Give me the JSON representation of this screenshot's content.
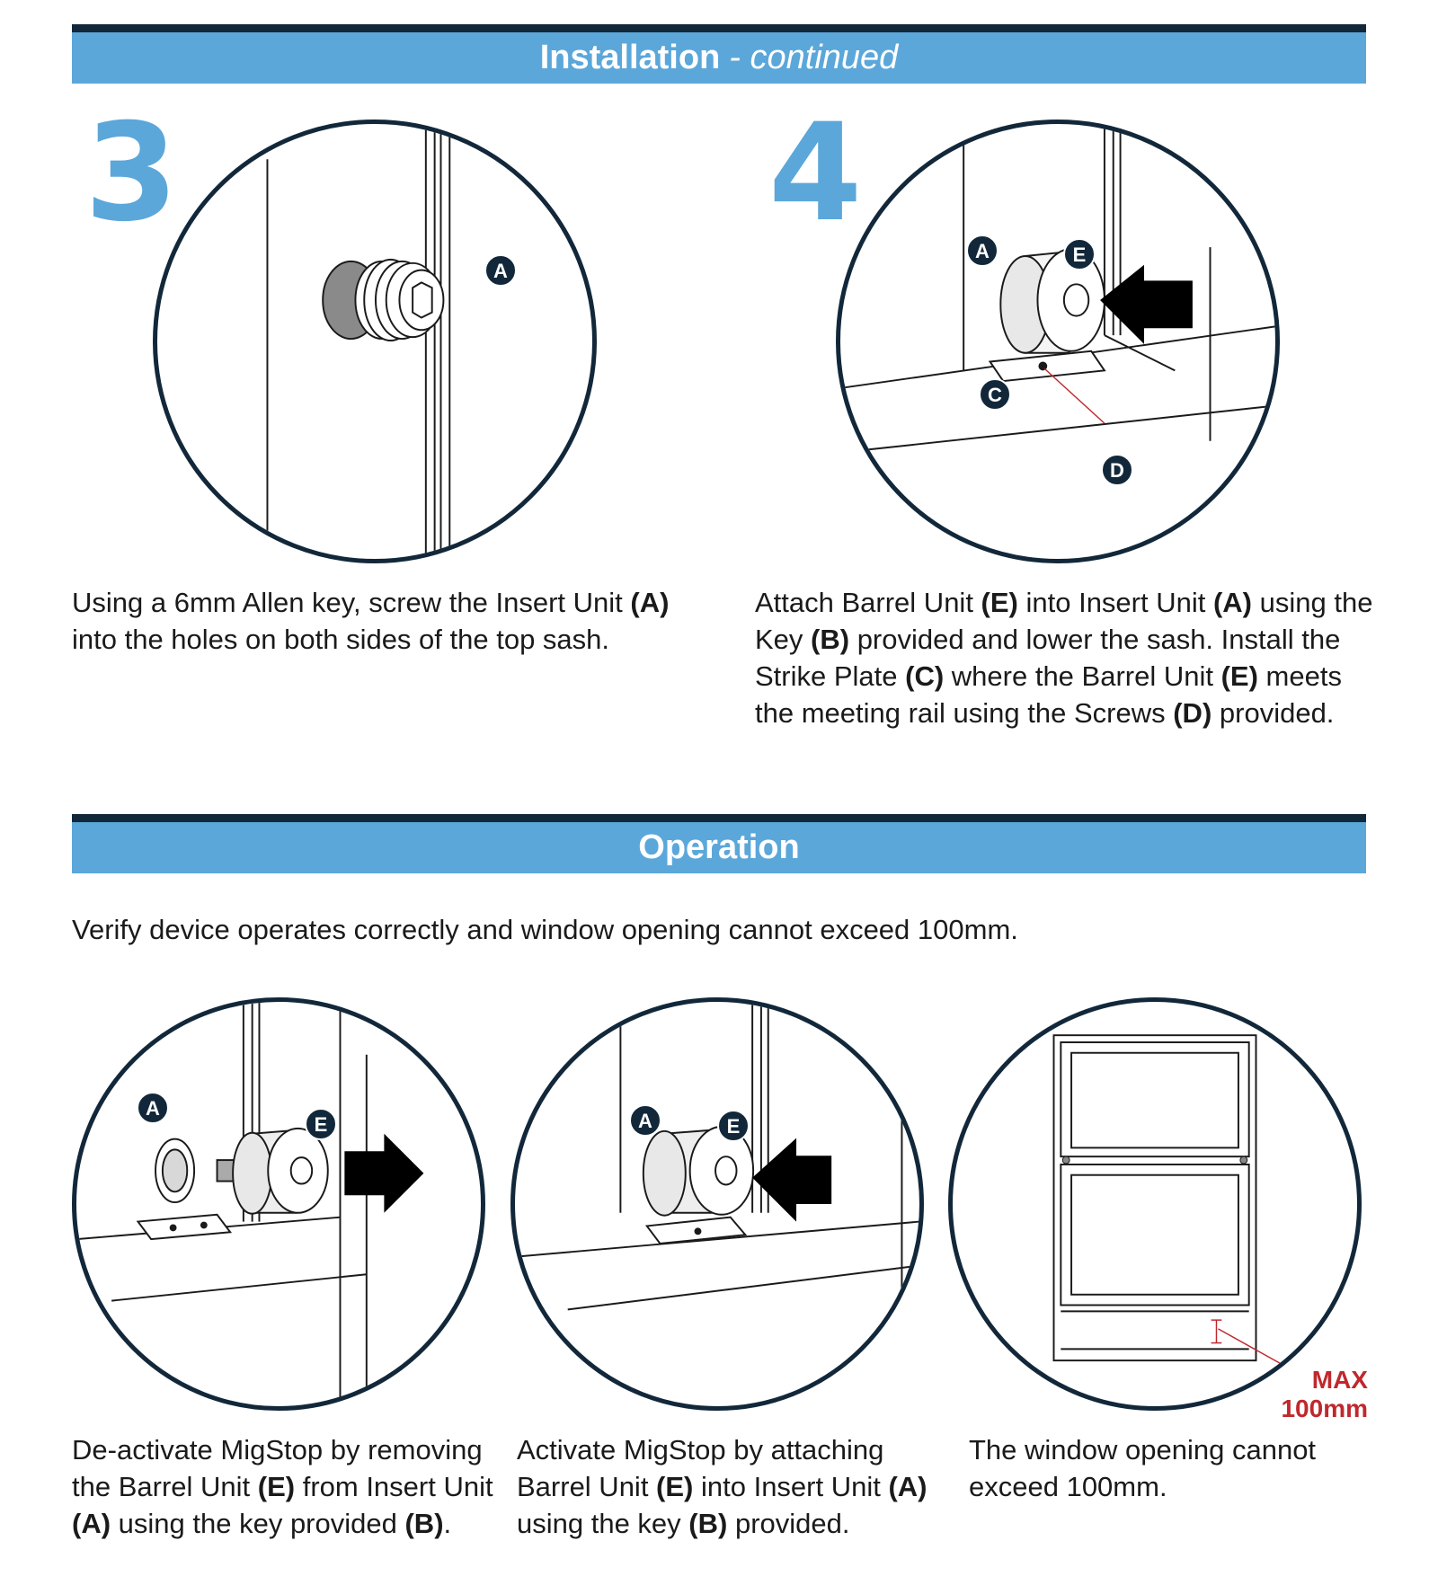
{
  "installation": {
    "title": "Installation",
    "subtitle": "- continued"
  },
  "steps": {
    "step3": {
      "number": "3",
      "label_a": "A",
      "text_1": "Using a 6mm Allen key, screw the Insert Unit ",
      "text_2": "(A)",
      "text_3": " into the holes on both sides of the top sash."
    },
    "step4": {
      "number": "4",
      "label_a": "A",
      "label_e": "E",
      "label_c": "C",
      "label_d": "D",
      "text_1": "Attach Barrel Unit ",
      "text_2": "(E)",
      "text_3": " into Insert Unit ",
      "text_4": "(A)",
      "text_5": " using the Key ",
      "text_6": "(B)",
      "text_7": " provided and lower the sash. Install the Strike Plate ",
      "text_8": "(C)",
      "text_9": " where the Barrel Unit ",
      "text_10": "(E)",
      "text_11": " meets the meeting rail using the Screws ",
      "text_12": "(D)",
      "text_13": " provided."
    }
  },
  "operation": {
    "title": "Operation",
    "intro": "Verify device operates correctly and window opening cannot exceed 100mm.",
    "deactivate": {
      "label_a": "A",
      "label_e": "E",
      "t1": "De-activate MigStop by removing the Barrel Unit ",
      "t2": "(E)",
      "t3": " from Insert Unit ",
      "t4": "(A)",
      "t5": " using the key provided ",
      "t6": "(B)",
      "t7": "."
    },
    "activate": {
      "label_a": "A",
      "label_e": "E",
      "t1": "Activate MigStop by attaching Barrel Unit ",
      "t2": "(E)",
      "t3": " into Insert Unit ",
      "t4": "(A)",
      "t5": " using the key ",
      "t6": "(B)",
      "t7": " provided."
    },
    "window": {
      "max_line1": "MAX",
      "max_line2": "100mm",
      "text": "The window opening cannot exceed 100mm."
    }
  },
  "colors": {
    "banner": "#5ba7da",
    "banner_border": "#12283a",
    "step_number": "#5ba7da",
    "max_label": "#c0282d"
  }
}
